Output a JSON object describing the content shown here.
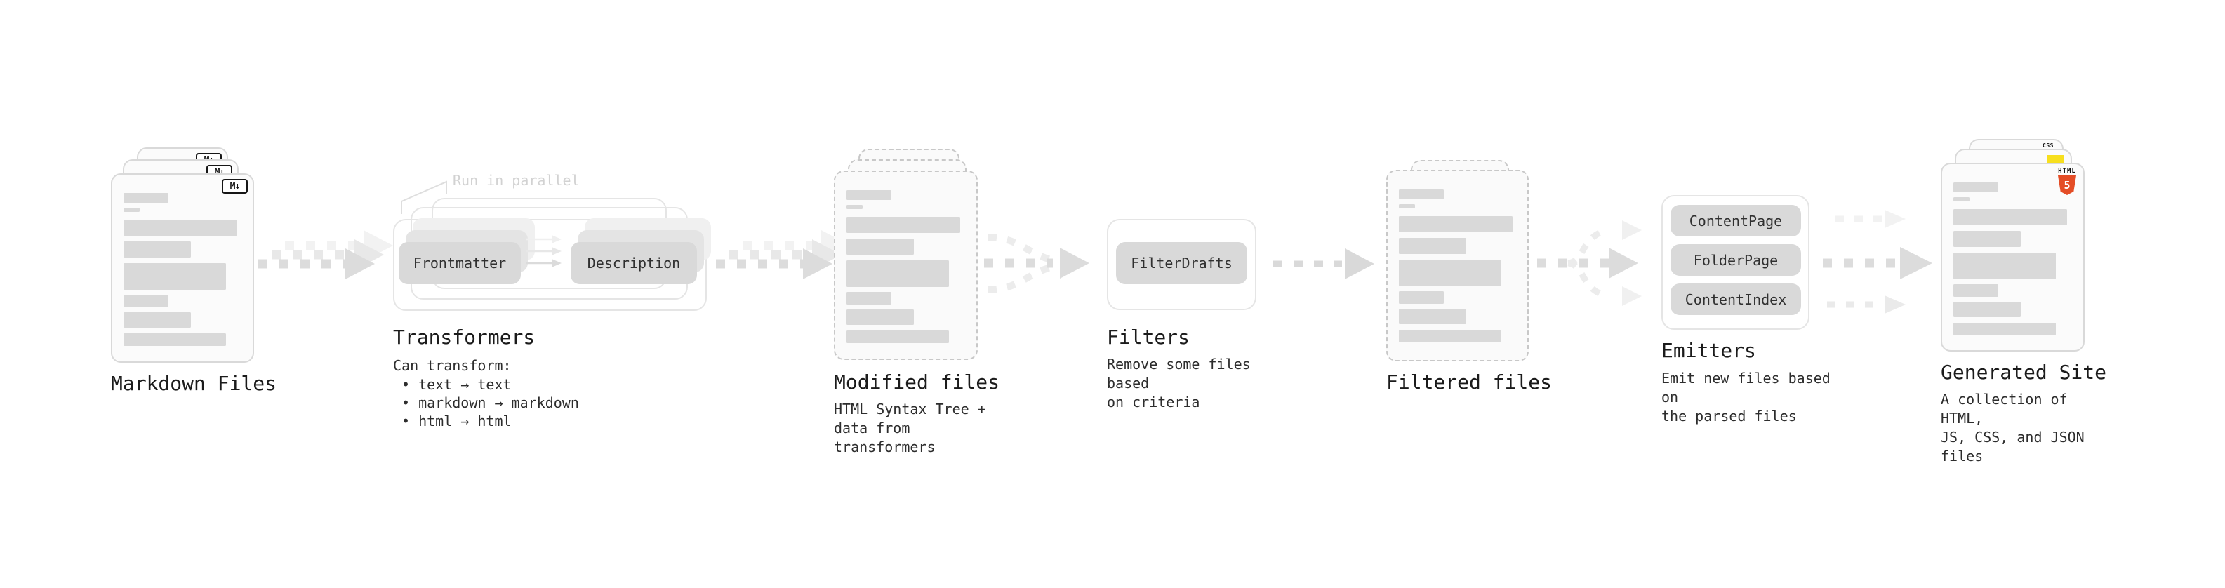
{
  "stages": {
    "markdown_files": {
      "label": "Markdown Files",
      "file_icon": "M↓"
    },
    "transformers": {
      "heading": "Transformers",
      "callout": "Run in parallel",
      "node_frontmatter": "Frontmatter",
      "node_description": "Description",
      "body_title": "Can transform:",
      "bullets": [
        "text → text",
        "markdown → markdown",
        "html → html"
      ]
    },
    "modified_files": {
      "label": "Modified files",
      "description": "HTML Syntax Tree +\ndata from transformers"
    },
    "filters": {
      "heading": "Filters",
      "node": "FilterDrafts",
      "description": "Remove some files based\non criteria"
    },
    "filtered_files": {
      "label": "Filtered files"
    },
    "emitters": {
      "heading": "Emitters",
      "nodes": [
        "ContentPage",
        "FolderPage",
        "ContentIndex"
      ],
      "description": "Emit new files based on\nthe parsed files"
    },
    "generated_site": {
      "label": "Generated Site",
      "description": "A collection of HTML,\nJS, CSS, and JSON files",
      "badge_css": "CSS",
      "badge_html": "HTML",
      "badge_html_number": "5"
    }
  },
  "colors": {
    "html5_orange": "#e44d26",
    "js_yellow": "#f7df1e",
    "css_blue": "#2965f1",
    "skeleton_gray": "#d9d9d9",
    "arrow_gray": "#dcdcdc",
    "faint_text": "#d2d2d2"
  }
}
